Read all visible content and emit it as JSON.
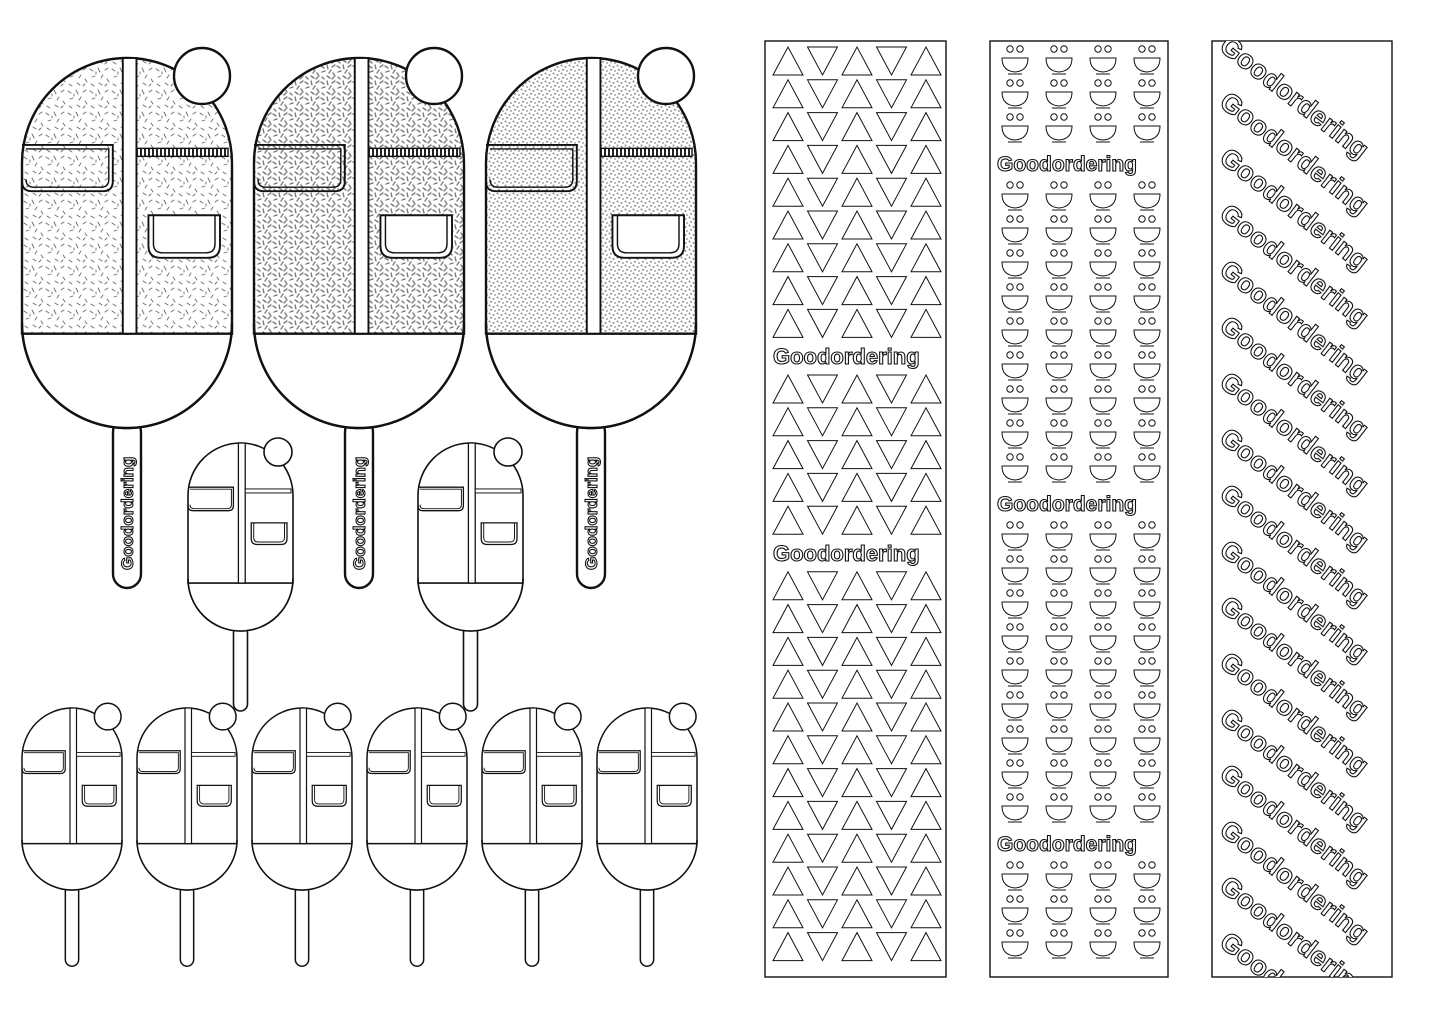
{
  "brand": {
    "wordmark": "Goodordering"
  },
  "colors": {
    "ink": "#111111",
    "paper": "#ffffff",
    "pattern_fill_light": "#6b6b6b",
    "pattern_fill_mid": "#7a7a7a",
    "pattern_fill_dense": "#8a8a8a"
  },
  "popsicles": {
    "large": [
      {
        "pattern": "confetti-sparse",
        "stick_label": "Goodordering"
      },
      {
        "pattern": "confetti-dense",
        "stick_label": "Goodordering"
      },
      {
        "pattern": "dots",
        "stick_label": "Goodordering"
      }
    ],
    "medium_count": 2,
    "small_count": 6
  },
  "bookmarks": [
    {
      "pattern": "triangles-icon",
      "labels": [
        "Goodordering",
        "Goodordering"
      ]
    },
    {
      "pattern": "bowl-face-icon",
      "labels": [
        "Goodordering",
        "Goodordering",
        "Goodordering"
      ]
    },
    {
      "pattern": "diagonal-wordmark",
      "labels": [
        "Goodordering"
      ]
    }
  ]
}
